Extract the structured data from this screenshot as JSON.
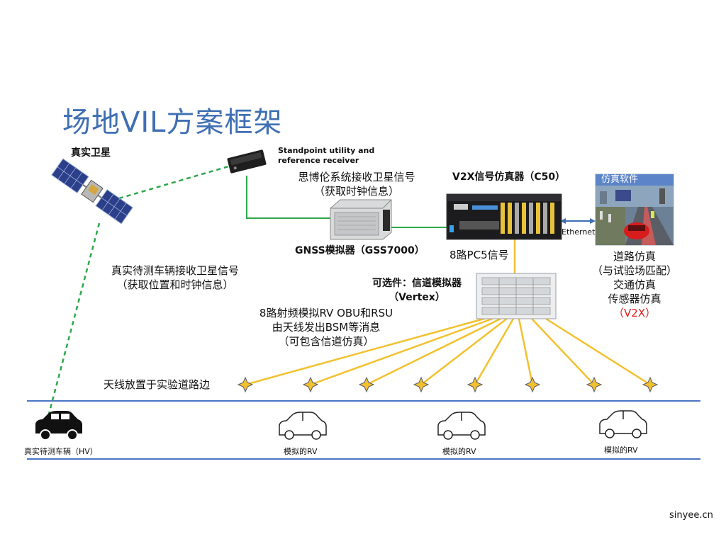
{
  "title": "场地VIL方案框架",
  "satellite": {
    "label": "真实卫星"
  },
  "receiver": {
    "name_line1": "Standpoint utility and",
    "name_line2": "reference receiver",
    "desc_line1": "思博伦系统接收卫星信号",
    "desc_line2": "（获取时钟信息）"
  },
  "gnss": {
    "label": "GNSS模拟器（GSS7000）"
  },
  "v2x": {
    "label": "V2X信号仿真器（C50）",
    "signal": "8路PC5信号"
  },
  "simsoft": {
    "title": "仿真软件",
    "link": "Ethernet",
    "line1": "道路仿真",
    "line2": "（与试验场匹配）",
    "line3": "交通仿真",
    "line4": "传感器仿真",
    "line5": "（V2X）"
  },
  "channel": {
    "line1": "可选件：信道模拟器",
    "line2": "（Vertex）"
  },
  "rf": {
    "line1": "8路射频模拟RV OBU和RSU",
    "line2": "由天线发出BSM等消息",
    "line3": "（可包含信道仿真）"
  },
  "hv_note": {
    "line1": "真实待测车辆接收卫星信号",
    "line2": "（获取位置和时钟信息）"
  },
  "antenna": {
    "label": "天线放置于实验道路边"
  },
  "vehicles": {
    "hv": "真实待测车辆（HV）",
    "rv": "模拟的RV"
  },
  "watermark": "sinyee.cn",
  "colors": {
    "title": "#3f6fb3",
    "green": "#2ea84a",
    "yellow": "#f2c12e",
    "road": "#4a76c4",
    "red": "#e31b1b"
  }
}
